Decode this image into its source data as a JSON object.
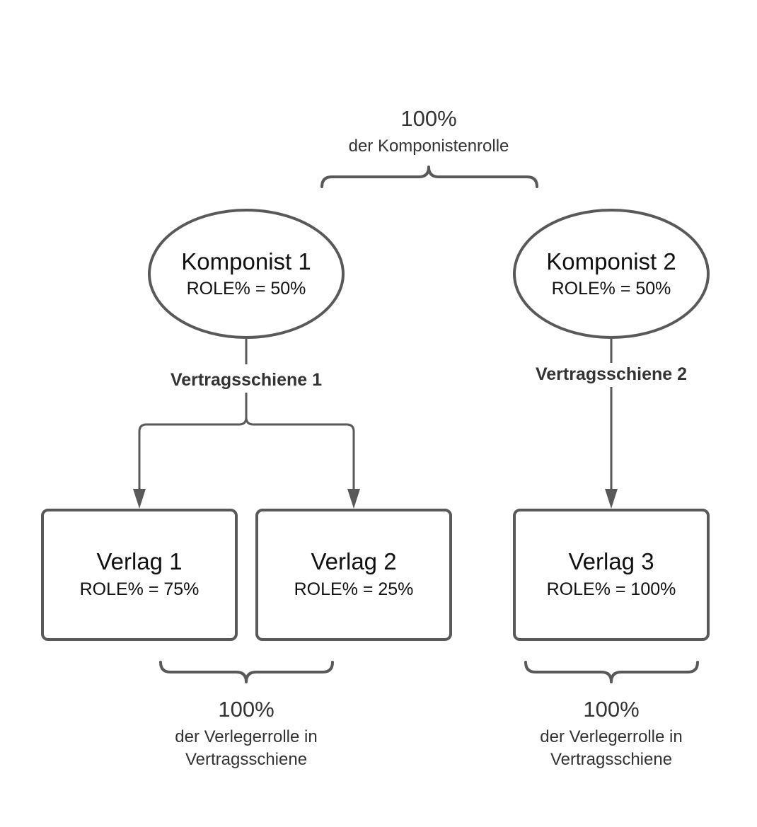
{
  "top_annotation": {
    "percent": "100%",
    "label": "der Komponistenrolle"
  },
  "composers": [
    {
      "title": "Komponist 1",
      "role": "ROLE% = 50%"
    },
    {
      "title": "Komponist 2",
      "role": "ROLE% = 50%"
    }
  ],
  "contract_lines": [
    {
      "label": "Vertragsschiene 1"
    },
    {
      "label": "Vertragsschiene 2"
    }
  ],
  "publishers": [
    {
      "title": "Verlag 1",
      "role": "ROLE% = 75%"
    },
    {
      "title": "Verlag 2",
      "role": "ROLE% = 25%"
    },
    {
      "title": "Verlag 3",
      "role": "ROLE% = 100%"
    }
  ],
  "bottom_annotations": [
    {
      "percent": "100%",
      "line1": "der Verlegerrolle in",
      "line2": "Vertragsschiene"
    },
    {
      "percent": "100%",
      "line1": "der Verlegerrolle in",
      "line2": "Vertragsschiene"
    }
  ]
}
